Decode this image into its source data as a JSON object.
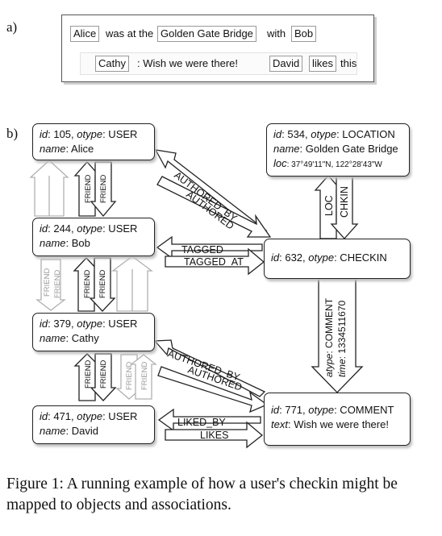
{
  "panel_a": {
    "label": "a)",
    "line1": [
      {
        "text": "Alice",
        "boxed": true
      },
      {
        "text": "was at the",
        "boxed": false
      },
      {
        "text": "Golden Gate Bridge",
        "boxed": true
      },
      {
        "text": "with",
        "boxed": false
      },
      {
        "text": "Bob",
        "boxed": true
      }
    ],
    "line2": [
      {
        "text": "Cathy",
        "boxed": true
      },
      {
        "text": ": Wish we were there!",
        "boxed": false
      },
      {
        "text": "David",
        "boxed": true
      },
      {
        "text": "likes",
        "boxed": true
      },
      {
        "text": "this",
        "boxed": false
      }
    ]
  },
  "panel_b": {
    "label": "b)",
    "nodes": {
      "alice": {
        "line1_k1": "id",
        "line1_v1": ": 105, ",
        "line1_k2": "otype",
        "line1_v2": ": USER",
        "line2_k": "name",
        "line2_v": ": Alice"
      },
      "bob": {
        "line1_k1": "id",
        "line1_v1": ": 244, ",
        "line1_k2": "otype",
        "line1_v2": ": USER",
        "line2_k": "name",
        "line2_v": ": Bob"
      },
      "cathy": {
        "line1_k1": "id",
        "line1_v1": ": 379, ",
        "line1_k2": "otype",
        "line1_v2": ": USER",
        "line2_k": "name",
        "line2_v": ": Cathy"
      },
      "david": {
        "line1_k1": "id",
        "line1_v1": ": 471, ",
        "line1_k2": "otype",
        "line1_v2": ": USER",
        "line2_k": "name",
        "line2_v": ": David"
      },
      "location": {
        "line1_k1": "id",
        "line1_v1": ": 534, ",
        "line1_k2": "otype",
        "line1_v2": ": LOCATION",
        "line2_k": "name",
        "line2_v": ": Golden Gate Bridge",
        "line3_k": "loc",
        "line3_v": ": 37°49'11\"N, 122°28'43\"W"
      },
      "checkin": {
        "line1_k1": "id",
        "line1_v1": ": 632, ",
        "line1_k2": "otype",
        "line1_v2": ": CHECKIN"
      },
      "comment": {
        "line1_k1": "id",
        "line1_v1": ": 771, ",
        "line1_k2": "otype",
        "line1_v2": ": COMMENT",
        "line2_k": "text",
        "line2_v": ": Wish we were there!"
      }
    },
    "edges": {
      "authored_by_1": "AUTHORED_BY",
      "authored_1": "AUTHORED",
      "tagged": "TAGGED",
      "tagged_at": "TAGGED_AT",
      "authored_by_2": "AUTHORED_BY",
      "authored_2": "AUTHORED",
      "liked_by": "LIKED_BY",
      "likes": "LIKES",
      "loc": "LOC",
      "chkin": "CHKIN",
      "friend": "FRIEND",
      "atype_k": "atype",
      "atype_v": ": COMMENT",
      "time_k": "time",
      "time_v": ": 1334511670"
    }
  },
  "caption": "Figure 1: A running example of how a user's checkin might be mapped to objects and associations."
}
